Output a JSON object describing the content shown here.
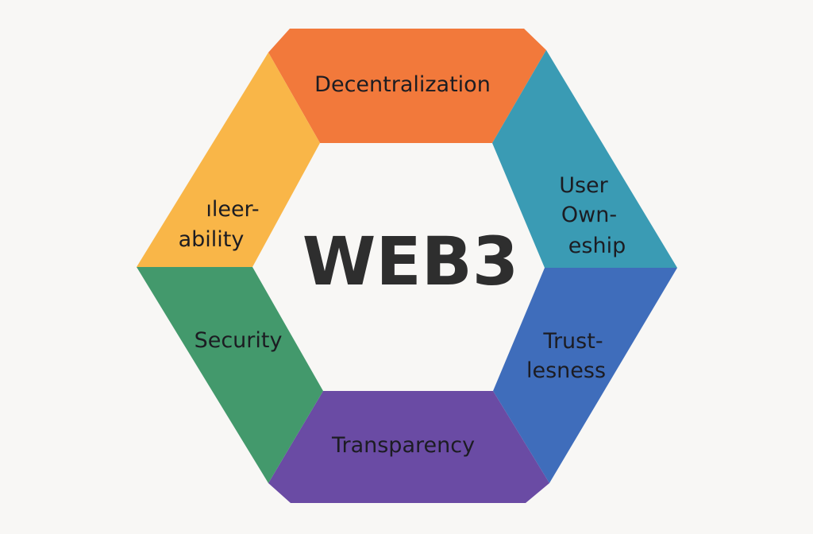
{
  "diagram": {
    "center_label": "WEB3",
    "segments": [
      {
        "id": "decentralization",
        "lines": [
          "Decentralization"
        ],
        "color": "#f2793b"
      },
      {
        "id": "user-ownership",
        "lines": [
          "User",
          "Own-",
          "eship"
        ],
        "color": "#3a9bb4"
      },
      {
        "id": "trustlessness",
        "lines": [
          "Trust-",
          "lesness"
        ],
        "color": "#3f6dbb"
      },
      {
        "id": "transparency",
        "lines": [
          "Transparency"
        ],
        "color": "#6a4ba4"
      },
      {
        "id": "security",
        "lines": [
          "Security"
        ],
        "color": "#43996c"
      },
      {
        "id": "interoperability",
        "lines": [
          "ıleer-",
          "ability"
        ],
        "color": "#f9b648"
      }
    ]
  }
}
